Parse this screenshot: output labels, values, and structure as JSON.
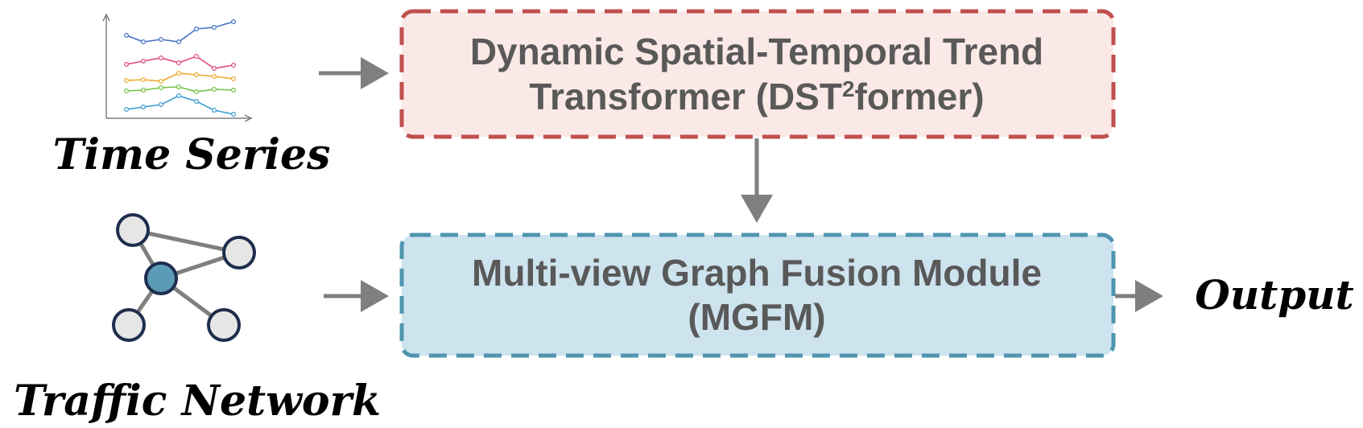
{
  "inputs": {
    "time_series_label": "Time Series",
    "traffic_network_label": "Traffic Network"
  },
  "dst2former": {
    "line1": "Dynamic Spatial-Temporal Trend",
    "line2_prefix": "Transformer (DST",
    "line2_sup": "2",
    "line2_suffix": "former)",
    "fill_color": "#fbe9e7",
    "border_color": "#c0504d"
  },
  "mgfm": {
    "line1": "Multi-view Graph Fusion Module",
    "line2": "(MGFM)",
    "fill_color": "#cde3ee",
    "border_color": "#4f95b0"
  },
  "output_label": "Output",
  "colors": {
    "arrow": "#7f7f7f",
    "node_fill": "#e6e6e6",
    "node_center_fill": "#5b9bb6",
    "node_stroke": "#1f2d4d",
    "series": [
      "#4472c4",
      "#e04a7a",
      "#f0a830",
      "#70c040",
      "#3a9bd0"
    ]
  },
  "icons": {
    "time_series": "line-chart-icon",
    "traffic_network": "graph-network-icon"
  }
}
